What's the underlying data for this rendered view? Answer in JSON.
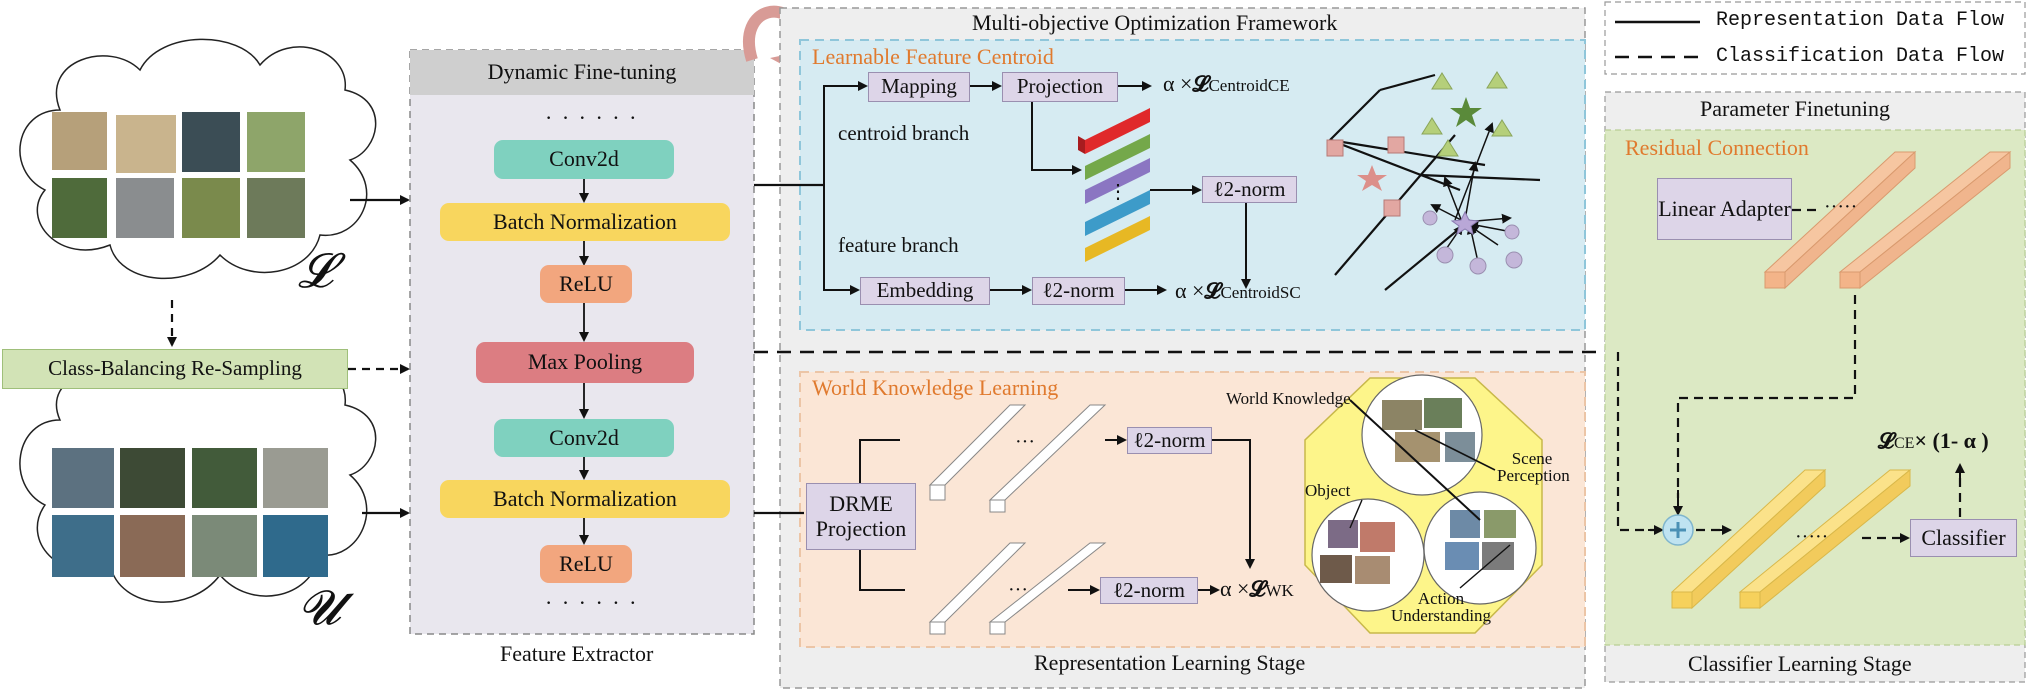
{
  "legend": {
    "representation": "Representation Data Flow",
    "classification": "Classification Data Flow"
  },
  "left": {
    "labeled_symbol": "𝓛",
    "unlabeled_symbol": "𝓤",
    "resampling": "Class-Balancing Re-Sampling"
  },
  "extractor": {
    "header": "Dynamic Fine-tuning",
    "dots": "· · · · · ·",
    "layers": [
      "Conv2d",
      "Batch Normalization",
      "ReLU",
      "Max Pooling",
      "Conv2d",
      "Batch Normalization",
      "ReLU"
    ],
    "caption": "Feature Extractor"
  },
  "moo": {
    "title": "Multi-objective Optimization Framework",
    "centroid": {
      "title": "Learnable Feature Centroid",
      "mapping": "Mapping",
      "projection": "Projection",
      "centroid_branch": "centroid branch",
      "feature_branch": "feature branch",
      "embedding": "Embedding",
      "l2norm": "ℓ2-norm",
      "loss_ce_prefix": "α ×",
      "loss_ce": "𝓛",
      "loss_ce_sub": "CentroidCE",
      "loss_sc_prefix": "α ×",
      "loss_sc": "𝓛",
      "loss_sc_sub": "CentroidSC",
      "vdots": "⋮"
    },
    "world": {
      "title": "World Knowledge Learning",
      "drme": "DRME Projection",
      "l2norm": "ℓ2-norm",
      "dots": "···",
      "loss_prefix": "α ×",
      "loss": "𝓛",
      "loss_sub": "WK",
      "knowledge": "World Knowledge",
      "scene": "Scene Perception",
      "object": "Object",
      "action": "Action Understanding"
    },
    "caption": "Representation Learning Stage"
  },
  "classifier": {
    "header": "Parameter Finetuning",
    "residual": "Residual Connection",
    "adapter": "Linear Adapter",
    "dots": "·····",
    "classifier": "Classifier",
    "loss": "𝓛",
    "loss_sub": "CE",
    "loss_suffix": "× (1- α )",
    "caption": "Classifier Learning Stage"
  },
  "colors": {
    "conv": "#7fd1bf",
    "bn": "#f8d65e",
    "relu": "#f2a67e",
    "maxpool": "#dc7d82",
    "purple": "#ddd5e8",
    "orange_title": "#e07a2e",
    "centroid_bg": "#d6ebf2",
    "world_bg": "#fbe6d6",
    "classifier_bg": "#dce9c4"
  }
}
